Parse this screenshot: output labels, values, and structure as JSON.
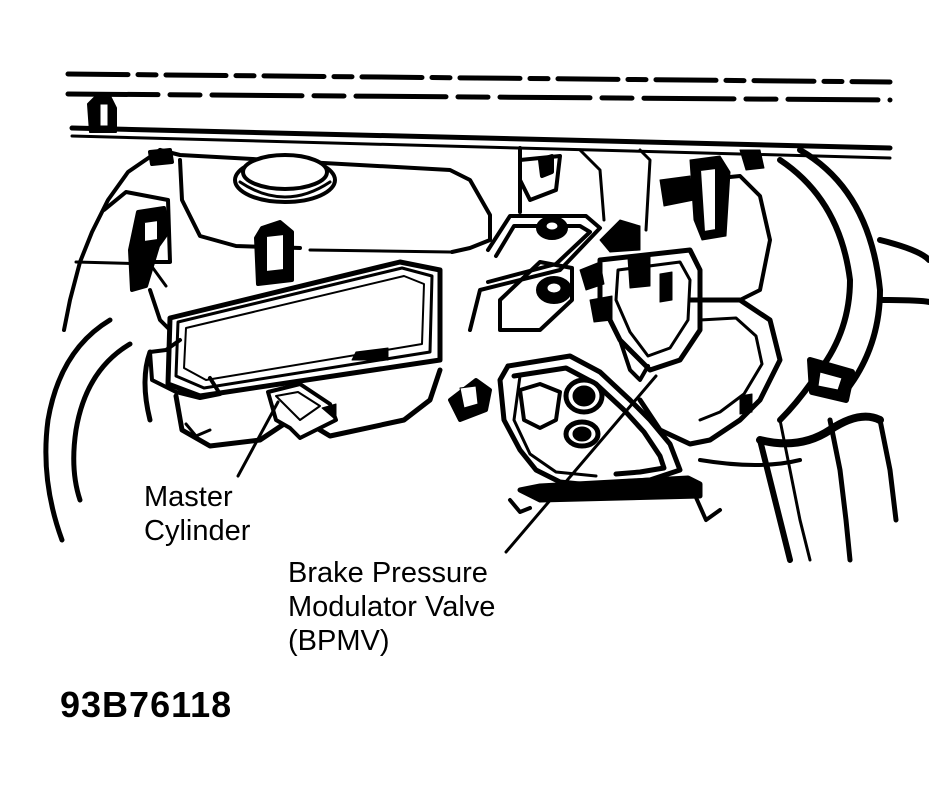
{
  "labels": {
    "master_cylinder": [
      "Master",
      "Cylinder"
    ],
    "bpmv": [
      "Brake Pressure",
      "Modulator Valve",
      "(BPMV)"
    ]
  },
  "figure_id": "93B76118",
  "colors": {
    "ink": "#000000",
    "paper": "#ffffff"
  }
}
